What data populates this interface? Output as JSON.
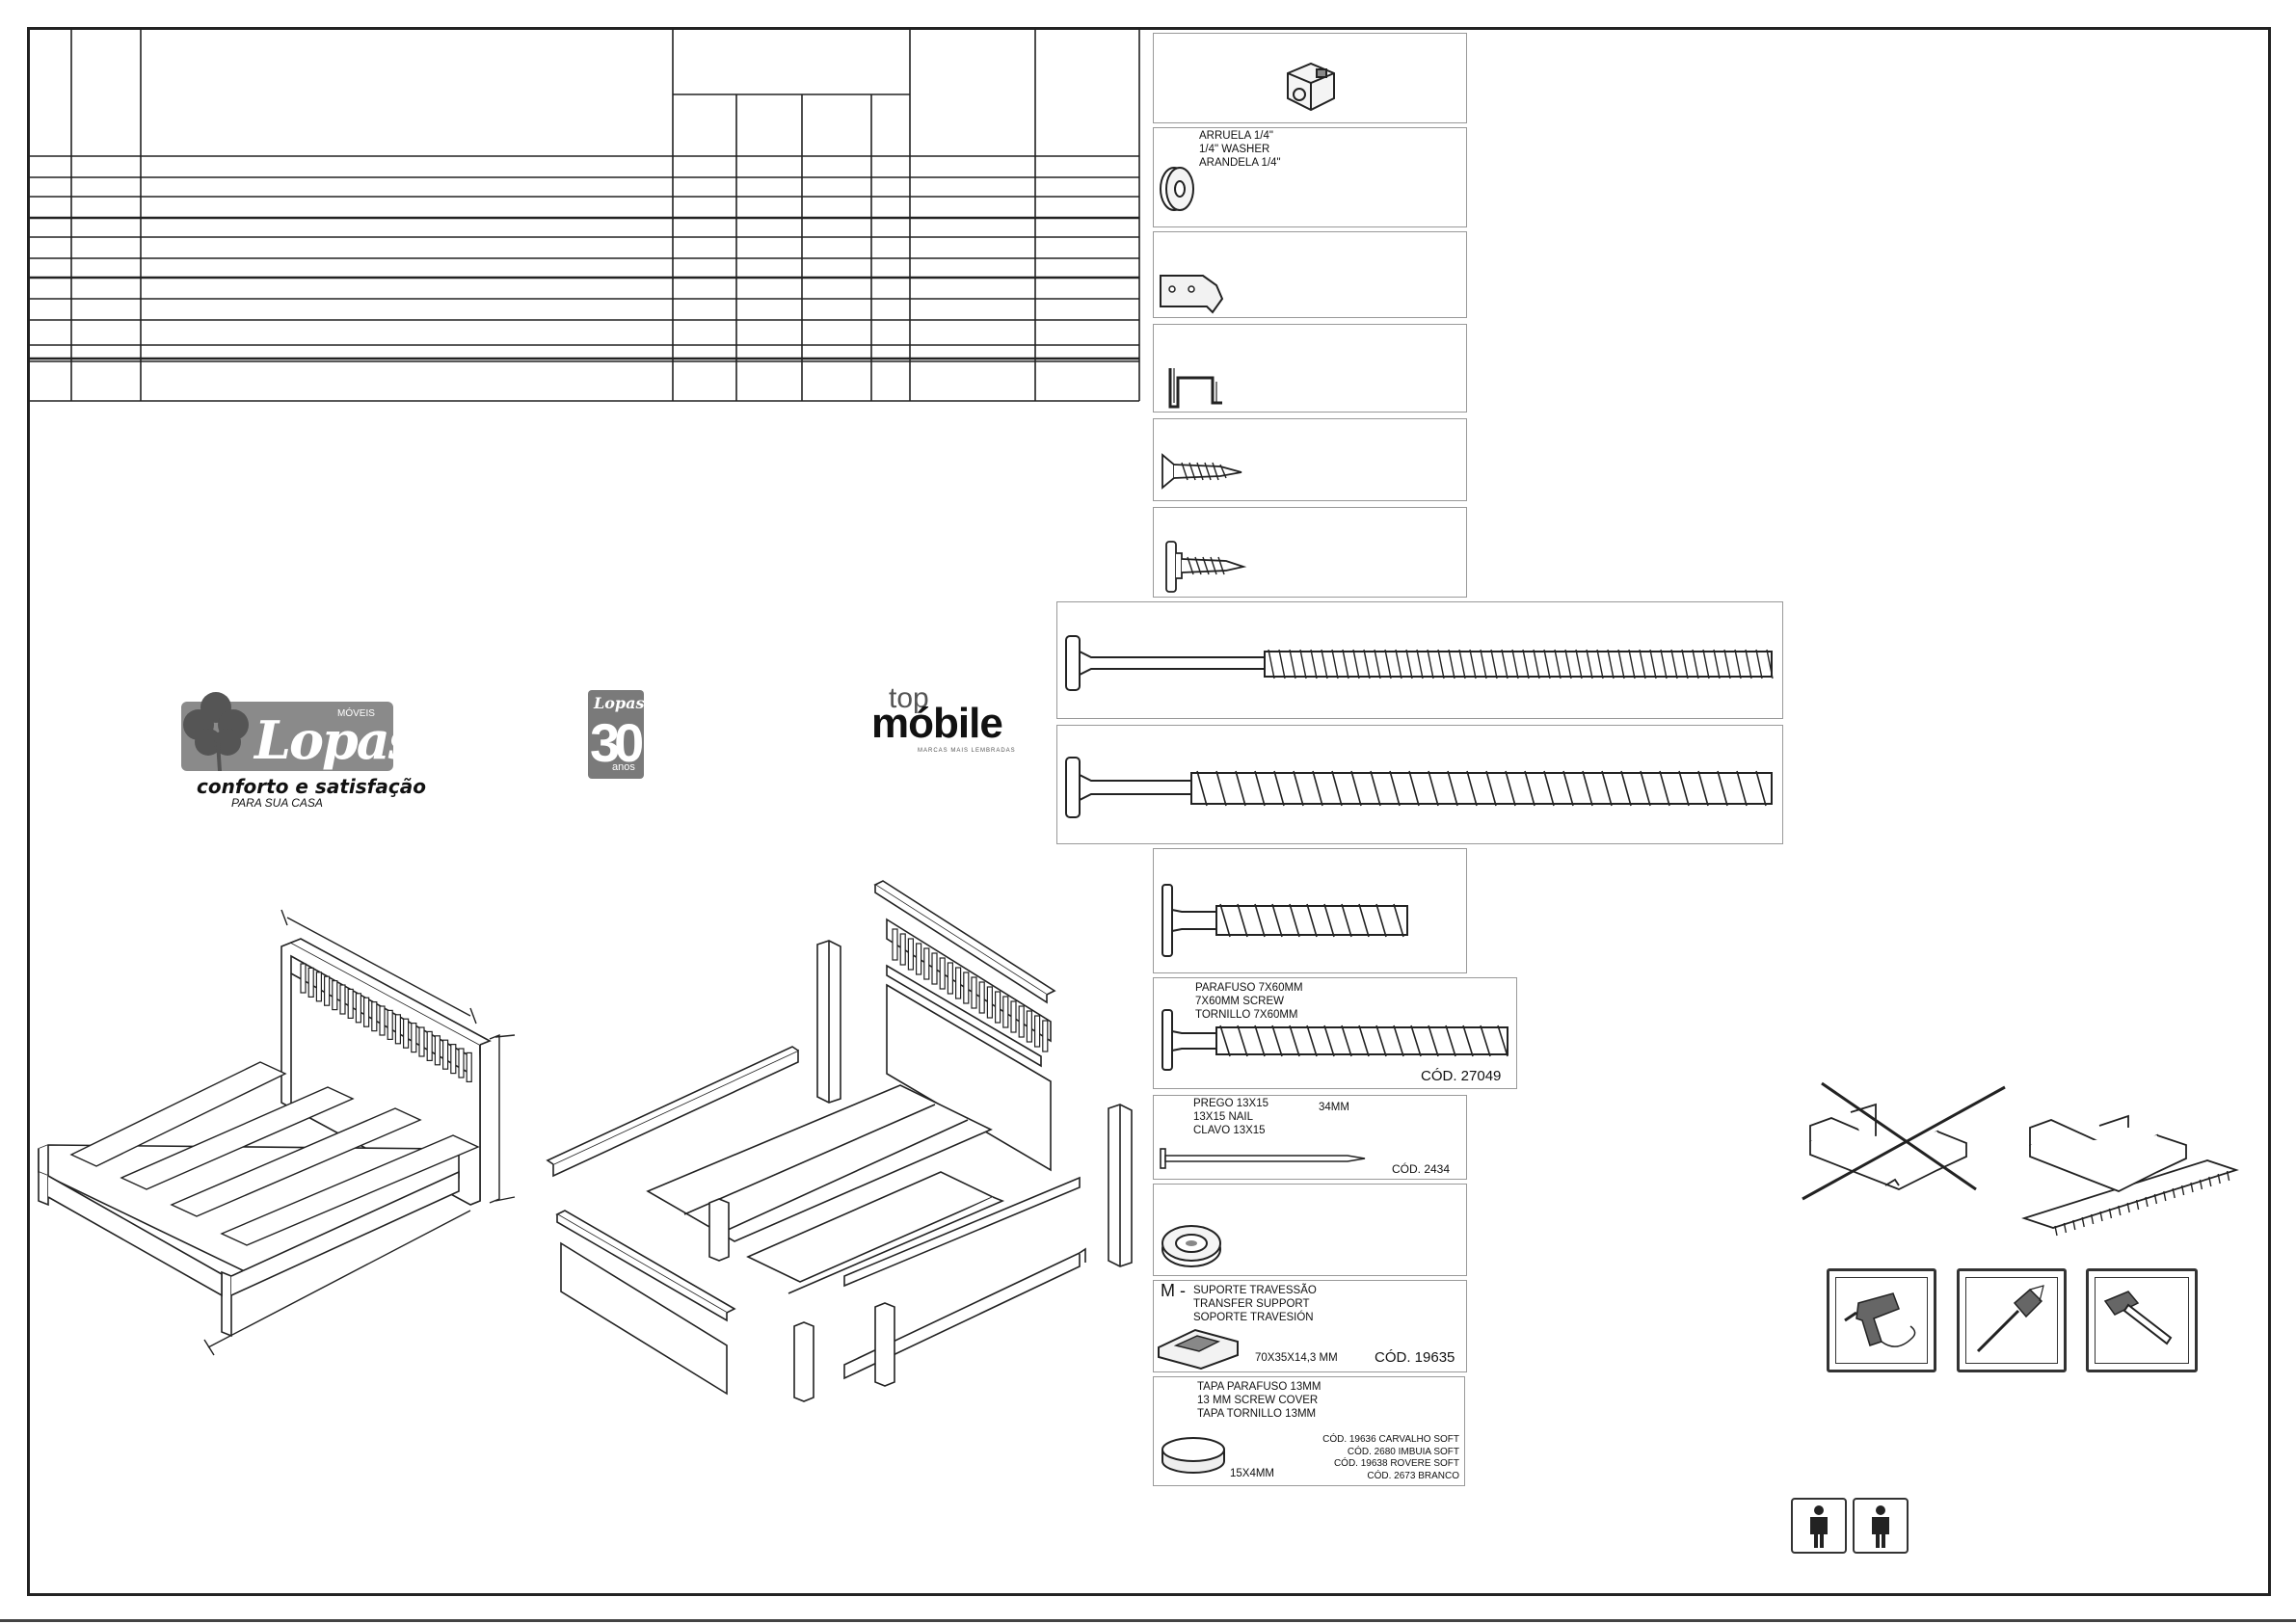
{
  "brand": {
    "lopas_name": "Lopas",
    "lopas_moveis": "MÓVEIS",
    "tagline": "conforto e satisfação",
    "tagline_sub": "PARA SUA CASA",
    "anniv_brand": "Lopas",
    "anniv_number": "30",
    "anniv_word": "anos",
    "topmobile_top": "top",
    "topmobile_name": "móbile",
    "topmobile_sub": "MARCAS MAIS LEMBRADAS"
  },
  "parts": {
    "washer": {
      "line1": "ARRUELA 1/4\"",
      "line2": "1/4\" WASHER",
      "line3": "ARANDELA 1/4\""
    },
    "screw_7x60": {
      "line1": "PARAFUSO 7X60MM",
      "line2": "7X60MM SCREW",
      "line3": "TORNILLO 7X60MM",
      "code": "CÓD. 27049"
    },
    "nail": {
      "line1": "PREGO 13X15",
      "line2": "13X15 NAIL",
      "line3": "CLAVO 13X15",
      "size": "34MM",
      "code": "CÓD. 2434"
    },
    "support": {
      "prefix": "M -",
      "line1": "SUPORTE TRAVESSÃO",
      "line2": "TRANSFER SUPPORT",
      "line3": "SOPORTE TRAVESIÓN",
      "size": "70X35X14,3 MM",
      "code": "CÓD. 19635"
    },
    "cover": {
      "line1": "TAPA PARAFUSO 13MM",
      "line2": "13 MM SCREW COVER",
      "line3": "TAPA TORNILLO 13MM",
      "size": "15X4MM",
      "codes": [
        "CÓD. 19636 CARVALHO SOFT",
        "CÓD. 2680 IMBUIA SOFT",
        "CÓD. 19638 ROVERE SOFT",
        "CÓD. 2673 BRANCO"
      ]
    }
  },
  "icons": {
    "cam_lock": "cam-lock-icon",
    "drill": "drill-icon",
    "screwdriver": "screwdriver-icon",
    "hammer": "hammer-icon",
    "person": "person-icon"
  }
}
